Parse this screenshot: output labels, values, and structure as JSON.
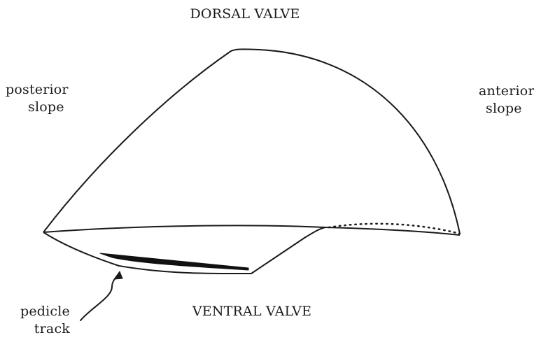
{
  "labels": {
    "dorsal_valve": "DORSAL VALVE",
    "ventral_valve": "VENTRAL VALVE",
    "posterior_slope": [
      "posterior",
      "slope"
    ],
    "anterior_slope": [
      "anterior",
      "slope"
    ],
    "pedicle_track": [
      "pedicle",
      "track"
    ]
  },
  "colors": {
    "ink": "#1a1a1a",
    "background": "#ffffff"
  }
}
